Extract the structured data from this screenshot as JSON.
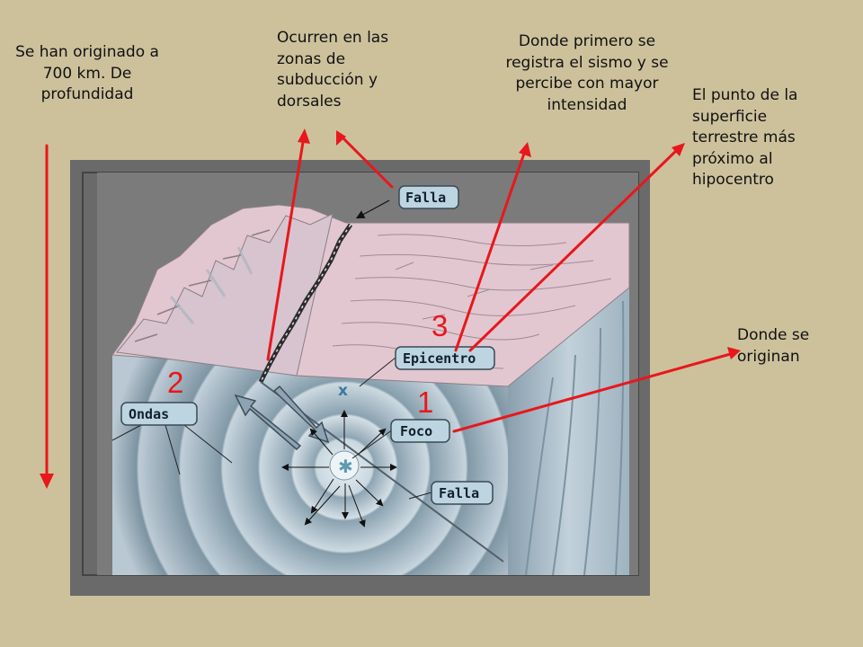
{
  "annotations": {
    "depth": "Se han originado a 700 km. De profundidad",
    "zones": "Ocurren en las zonas de subducción y dorsales",
    "intensity": "Donde primero se registra el sismo y se percibe con mayor intensidad",
    "surface_point": "El punto de la superficie terrestre más próximo al hipocentro",
    "origin": "Donde se originan"
  },
  "numbers": {
    "one": "1",
    "two": "2",
    "three": "3"
  },
  "labels": {
    "falla_top": "Falla",
    "epicentro": "Epicentro",
    "ondas": "Ondas",
    "foco": "Foco",
    "falla_bottom": "Falla"
  },
  "colors": {
    "background": "#CDC19C",
    "arrow": "#E8171C",
    "label_fill": "#BCD5E0",
    "surface": "#E2C7D0"
  }
}
